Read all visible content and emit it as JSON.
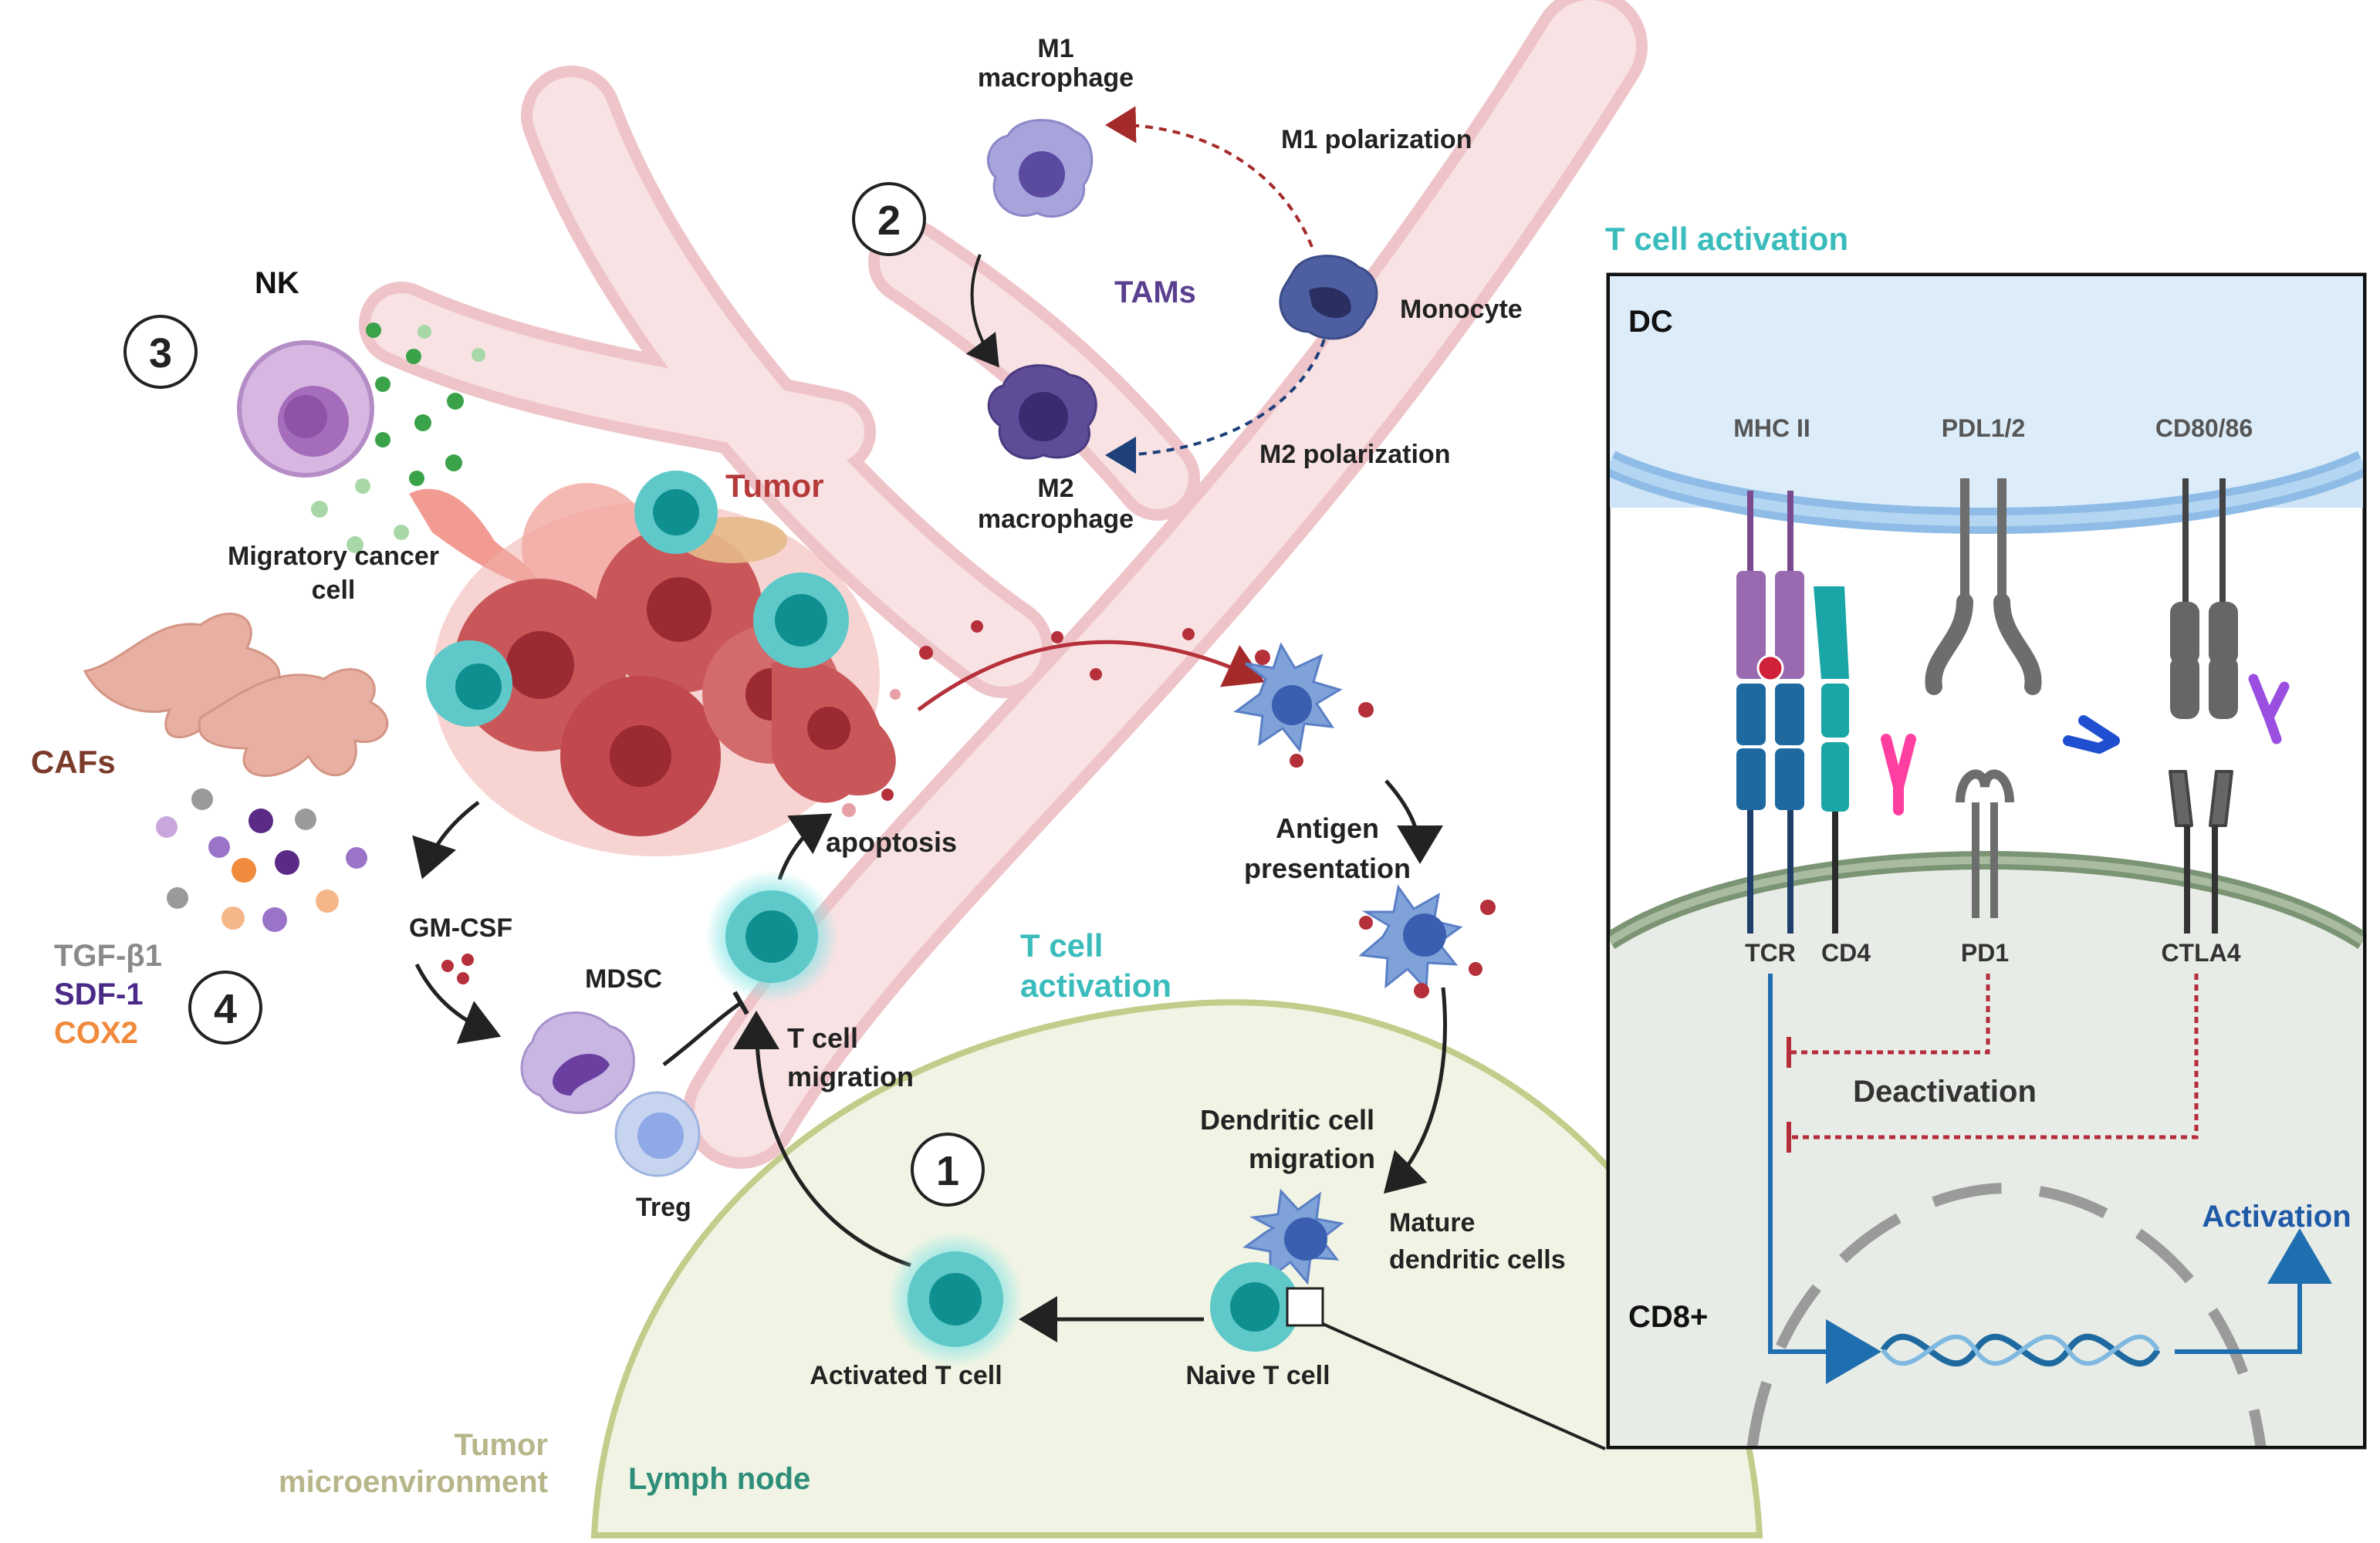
{
  "colors": {
    "vessel": "#f6d9dc",
    "vessel_stroke": "#efc4c9",
    "tumor": "#c9575a",
    "tcell": "#1aa6a6",
    "dc": "#5a7fc6",
    "macrophage": "#6f5aa6",
    "lymph_fill": "#f1f4e4",
    "lymph_stroke": "#c3cc8a",
    "dc_membrane": "#cfe4f6",
    "cd8_membrane": "#e8ece6",
    "inhibit": "#b52d3a",
    "activate": "#1f6fb0"
  },
  "labels": {
    "nk": "NK",
    "migratory_cancer": "Migratory cancer",
    "migratory_cancer_2": "cell",
    "cafs": "CAFs",
    "tgfb1": "TGF-β1",
    "sdf1": "SDF-1",
    "cox2": "COX2",
    "tumor": "Tumor",
    "gmcsf": "GM-CSF",
    "mdsc": "MDSC",
    "treg": "Treg",
    "apoptosis": "apoptosis",
    "tcell_migration_1": "T cell",
    "tcell_migration_2": "migration",
    "tcell_activation_1": "T cell",
    "tcell_activation_2": "activation",
    "antigen_1": "Antigen",
    "antigen_2": "presentation",
    "dc_migration_1": "Dendritic cell",
    "dc_migration_2": "migration",
    "mature_dc_1": "Mature",
    "mature_dc_2": "dendritic cells",
    "naive_tcell": "Naive T cell",
    "activated_tcell": "Activated T cell",
    "m1_1": "M1",
    "m1_2": "macrophage",
    "m1_polarization": "M1 polarization",
    "tams": "TAMs",
    "monocyte": "Monocyte",
    "m2_1": "M2",
    "m2_2": "macrophage",
    "m2_polarization": "M2 polarization",
    "tme_1": "Tumor",
    "tme_2": "microenvironment",
    "lymph_node": "Lymph node",
    "num1": "1",
    "num2": "2",
    "num3": "3",
    "num4": "4"
  },
  "panel": {
    "title": "T cell activation",
    "dc": "DC",
    "cd8": "CD8+",
    "mhc": "MHC II",
    "pdl": "PDL1/2",
    "cd80": "CD80/86",
    "tcr": "TCR",
    "cd4": "CD4",
    "pd1": "PD1",
    "ctla4": "CTLA4",
    "deactivation": "Deactivation",
    "activation": "Activation"
  }
}
